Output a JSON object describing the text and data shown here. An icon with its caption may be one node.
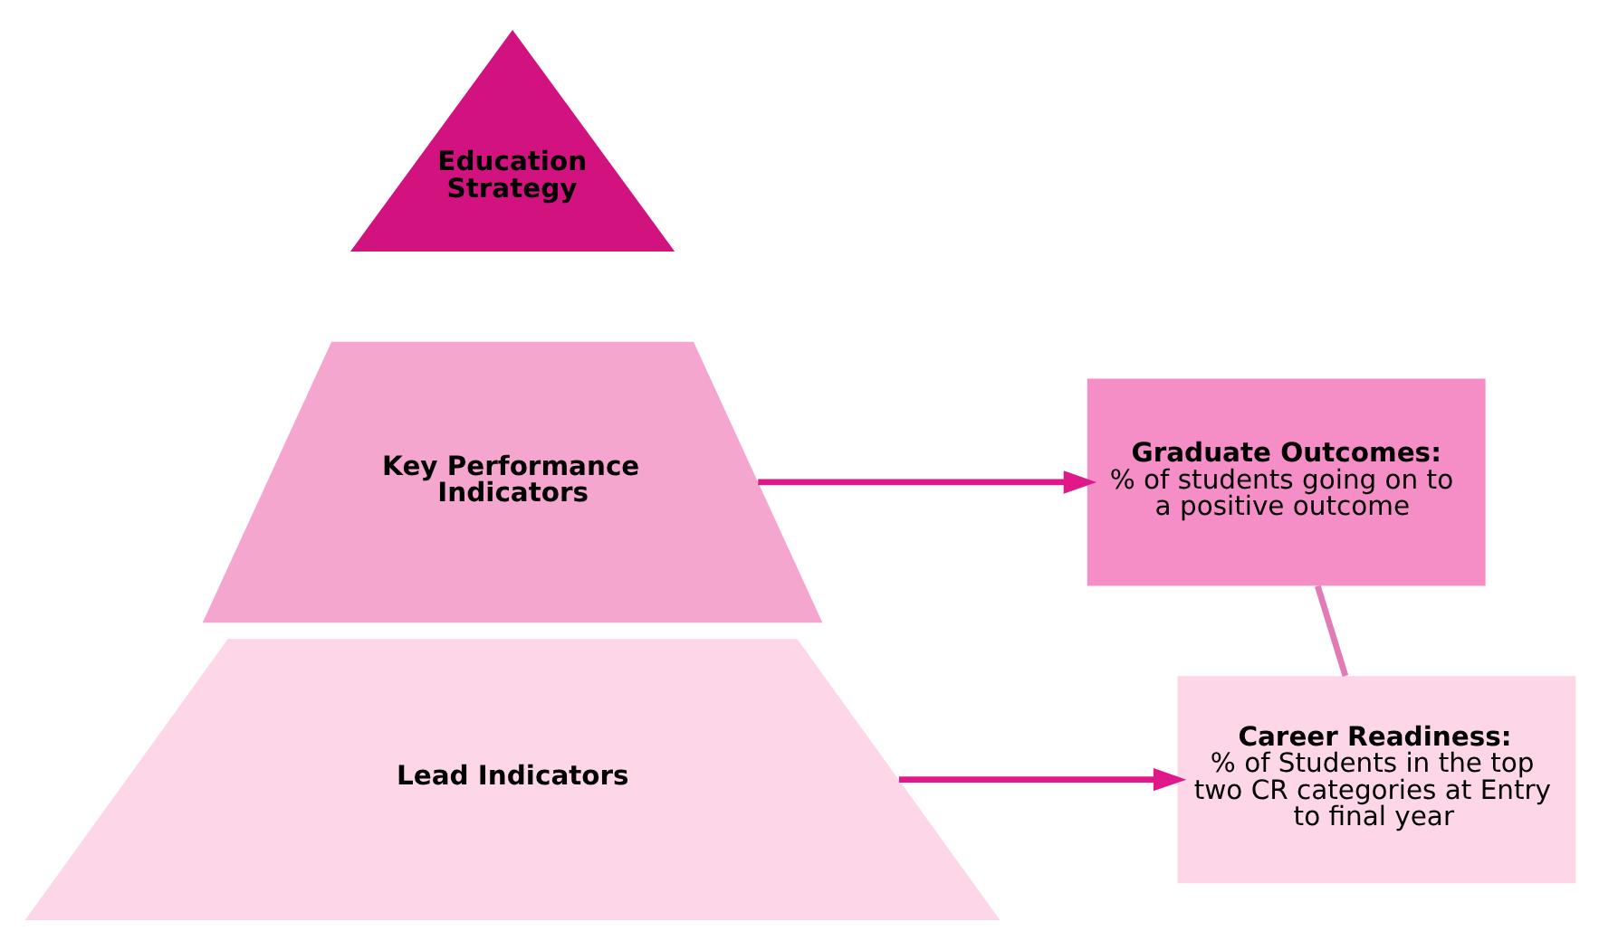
{
  "diagram": {
    "nodes": [
      {
        "text": [
          "Education Strategy"
        ]
      },
      {
        "text": [
          "Key Performance Indicators"
        ]
      },
      {
        "text": [
          "Lead Indicators"
        ]
      },
      {
        "text": [
          "Graduate Outcomes:",
          "% of students going on to a positive outcome"
        ]
      },
      {
        "text": [
          "Career Readiness:",
          "% of Students in the top two CR categories at Entry to final year"
        ]
      }
    ],
    "edges": [
      {
        "from": 1,
        "to": 3,
        "arrow": "to"
      },
      {
        "from": 3,
        "to": 4,
        "arrow": "none",
        "color": "#e27ab5"
      },
      {
        "from": 2,
        "to": 4,
        "arrow": "to"
      }
    ]
  }
}
